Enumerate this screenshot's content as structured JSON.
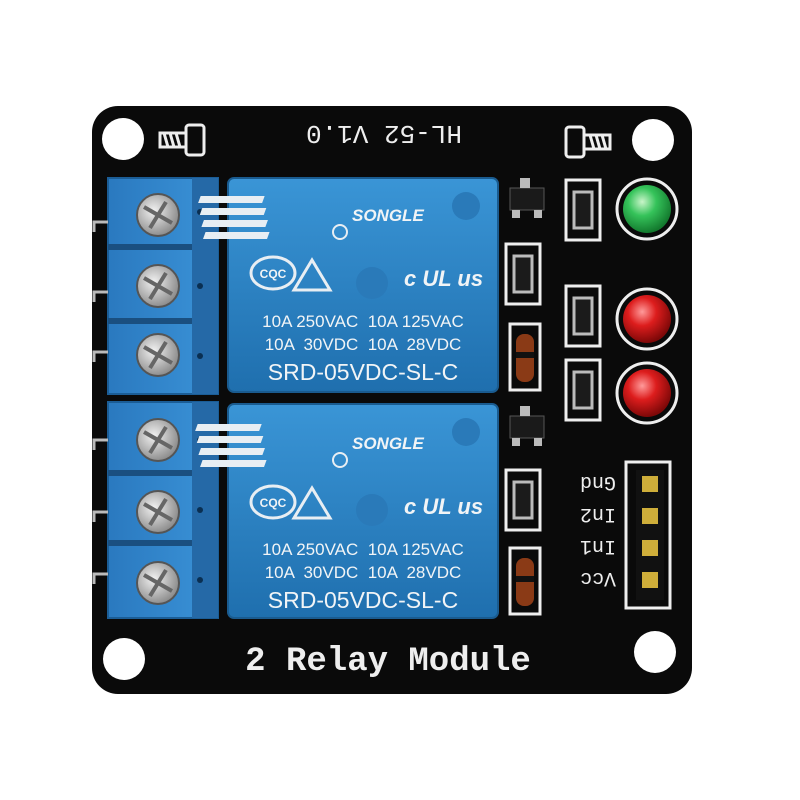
{
  "board": {
    "model_label": "HL-52 V1.0",
    "title": "2 Relay Module",
    "pcb_color": "#0a0a0a",
    "silkscreen_color": "#eeeeee"
  },
  "relays": [
    {
      "brand": "SONGLE",
      "rating_line1": "10A 250VAC  10A 125VAC",
      "rating_line2": "10A  30VDC  10A  28VDC",
      "part_number": "SRD-05VDC-SL-C",
      "cert_mark": "CQC",
      "ul_mark": "c UL us",
      "color": "#2e86c8"
    },
    {
      "brand": "SONGLE",
      "rating_line1": "10A 250VAC  10A 125VAC",
      "rating_line2": "10A  30VDC  10A  28VDC",
      "part_number": "SRD-05VDC-SL-C",
      "cert_mark": "CQC",
      "ul_mark": "c UL us",
      "color": "#2e86c8"
    }
  ],
  "header_pins": [
    "Gnd",
    "In2",
    "In1",
    "Vcc"
  ],
  "leds": [
    {
      "name": "power-led",
      "color": "#22b34a"
    },
    {
      "name": "relay1-led",
      "color": "#d81818"
    },
    {
      "name": "relay2-led",
      "color": "#d81818"
    }
  ],
  "terminal_block_color": "#2e7fc6"
}
